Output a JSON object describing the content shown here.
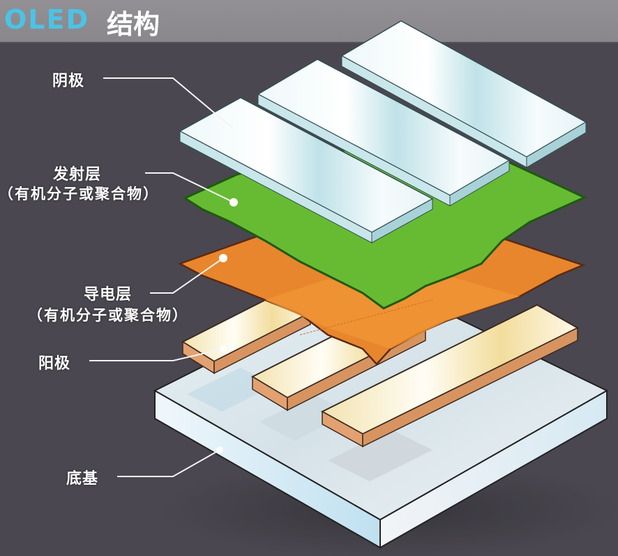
{
  "header": {
    "title_en": "OLED",
    "title_zh": "结构",
    "title_en_color": "#4bc3e6",
    "background": "#8c898e"
  },
  "diagram": {
    "background": "#4a4750",
    "layers": [
      {
        "id": "cathode",
        "label": "阴极",
        "color": "#dff1f4",
        "strips": 3
      },
      {
        "id": "emissive",
        "label": "发射层",
        "sublabel": "（有机分子或聚合物）",
        "color": "#66bb33"
      },
      {
        "id": "conductive",
        "label": "导电层",
        "sublabel": "（有机分子或聚合物）",
        "color": "#e8862e"
      },
      {
        "id": "anode",
        "label": "阳极",
        "color": "#fbf3dc",
        "edge_color": "#e3a070",
        "strips": 3
      },
      {
        "id": "substrate",
        "label": "底基",
        "color": "#d8e9f2"
      }
    ]
  },
  "labels": {
    "cathode": "阴极",
    "emissive": "发射层",
    "emissive_sub": "（有机分子或聚合物）",
    "conductive": "导电层",
    "conductive_sub": "（有机分子或聚合物）",
    "anode": "阳极",
    "substrate": "底基"
  }
}
